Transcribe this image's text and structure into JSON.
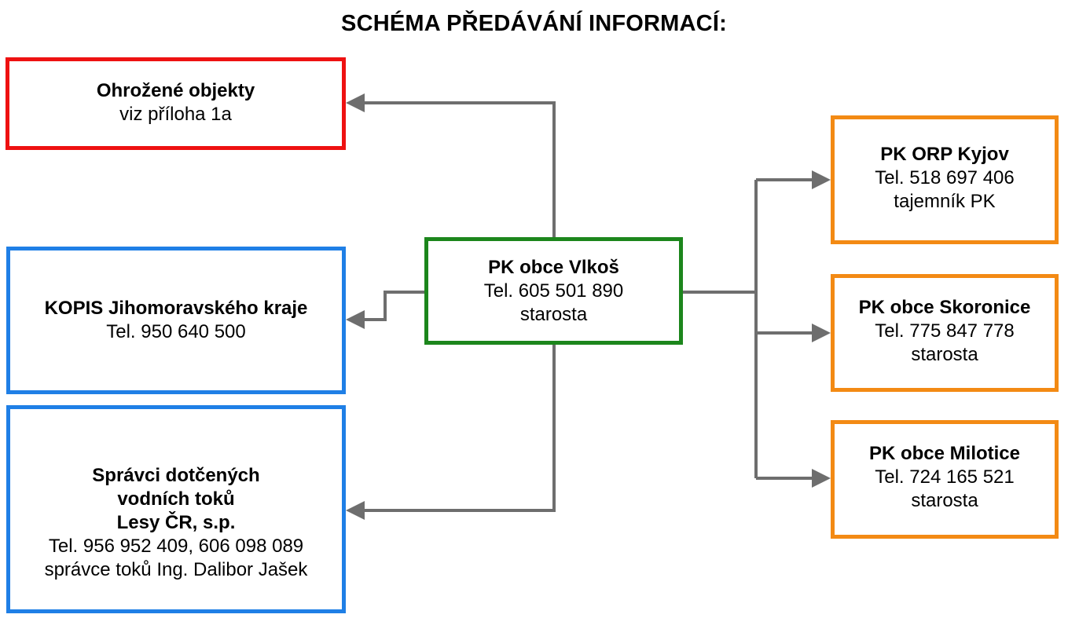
{
  "diagram": {
    "title": "SCHÉMA PŘEDÁVÁNÍ INFORMACÍ:",
    "colors": {
      "threatened": "#ee1111",
      "authorities": "#1f7fe6",
      "center": "#1c861c",
      "municipalities": "#f38a14",
      "connector": "#6e6e6e"
    },
    "center": {
      "title": "PK obce Vlkoš",
      "phone": "Tel. 605 501 890",
      "role": "starosta"
    },
    "threatened_objects": {
      "title": "Ohrožené objekty",
      "note": "viz příloha 1a"
    },
    "kopis": {
      "title": "KOPIS Jihomoravského kraje",
      "phone": "Tel. 950 640 500"
    },
    "water_managers": {
      "title_line1": "Správci dotčených",
      "title_line2": "vodních toků",
      "title_line3": "Lesy ČR, s.p.",
      "phone": "Tel. 956 952 409, 606 098 089",
      "contact": "správce toků Ing. Dalibor Jašek"
    },
    "orp_kyjov": {
      "title": "PK ORP Kyjov",
      "phone": "Tel. 518 697 406",
      "role": "tajemník PK"
    },
    "skoronice": {
      "title": "PK obce Skoronice",
      "phone": "Tel. 775 847 778",
      "role": "starosta"
    },
    "milotice": {
      "title": "PK obce Milotice",
      "phone": "Tel. 724 165 521",
      "role": "starosta"
    }
  }
}
